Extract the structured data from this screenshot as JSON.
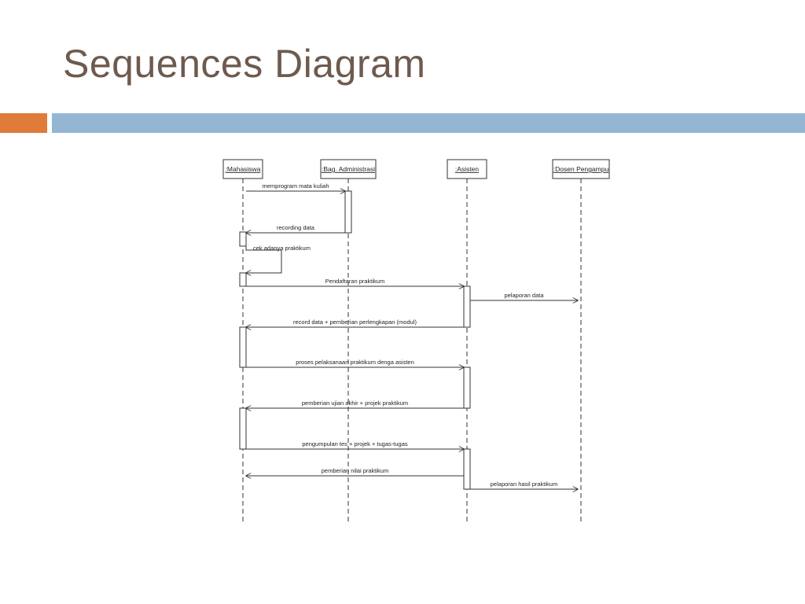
{
  "slide": {
    "title": "Sequences Diagram"
  },
  "colors": {
    "title": "#6e5a4e",
    "accent_bar": "#e07b3a",
    "main_bar": "#94b6d2",
    "diagram_line": "#333333"
  },
  "diagram": {
    "participants": [
      {
        "id": "mhs",
        "label": ":Mahasiswa"
      },
      {
        "id": "adm",
        "label": ":Bag. Administrasi"
      },
      {
        "id": "ast",
        "label": ":Asisten"
      },
      {
        "id": "dsn",
        "label": ":Dosen Pengampu"
      }
    ],
    "messages": [
      {
        "from": "mhs",
        "to": "adm",
        "label": "memprogram mata kuliah"
      },
      {
        "from": "adm",
        "to": "mhs",
        "label": "recording data"
      },
      {
        "from": "mhs",
        "to": "mhs",
        "label": "cek adanya praktikum"
      },
      {
        "from": "mhs",
        "to": "ast",
        "label": "Pendaftaran praktikum"
      },
      {
        "from": "ast",
        "to": "dsn",
        "label": "pelaporan data"
      },
      {
        "from": "ast",
        "to": "mhs",
        "label": "record data + pemberian perlengkapan (modul)"
      },
      {
        "from": "mhs",
        "to": "ast",
        "label": "proses pelaksanaan praktikum denga asisten"
      },
      {
        "from": "ast",
        "to": "mhs",
        "label": "pemberian ujian akhir + projek praktikum"
      },
      {
        "from": "mhs",
        "to": "ast",
        "label": "pengumpulan tes + projek + tugas-tugas"
      },
      {
        "from": "ast",
        "to": "mhs",
        "label": "pemberian nilai praktikum"
      },
      {
        "from": "ast",
        "to": "dsn",
        "label": "pelaporan hasil praktikum"
      }
    ]
  }
}
